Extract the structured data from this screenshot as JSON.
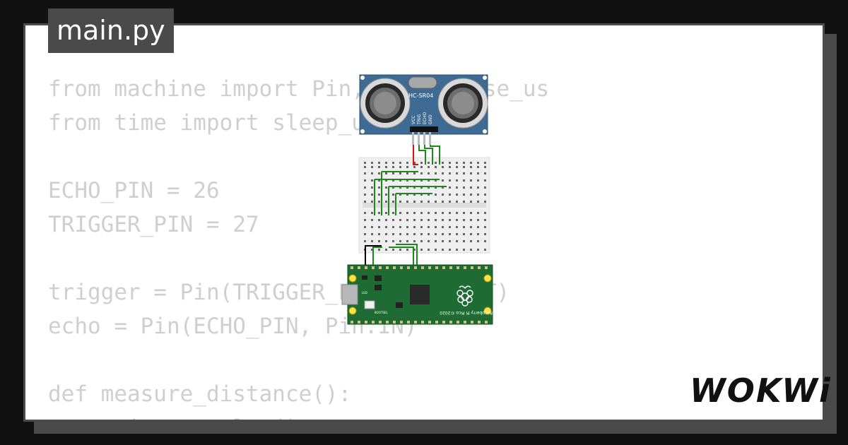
{
  "tab": {
    "filename": "main.py"
  },
  "code": {
    "lines": [
      "from machine import Pin, time_pulse_us",
      "from time import sleep_us",
      "",
      "ECHO_PIN = 26",
      "TRIGGER_PIN = 27",
      "",
      "trigger = Pin(TRIGGER_PIN, Pin.OUT)",
      "echo = Pin(ECHO_PIN, Pin.IN)",
      "",
      "def measure_distance():",
      "    trigger.value()"
    ]
  },
  "sensor": {
    "model": "HC-SR04",
    "pins": [
      "VCC",
      "TRIG",
      "ECHO",
      "GND"
    ]
  },
  "board": {
    "name": "Raspberry Pi Pico ©2020",
    "led_label": "LED",
    "bootsel_label": "BOOTSEL"
  },
  "brand": {
    "logo": "WOKWi"
  },
  "colors": {
    "background": "#111111",
    "frame": "#4a4a4a",
    "code_text": "#cfcfcf",
    "sensor_board": "#3f6a93",
    "pico_board": "#1e6b34",
    "wire_green": "#1a8a1a",
    "wire_red": "#dd1111",
    "wire_black": "#000000"
  }
}
